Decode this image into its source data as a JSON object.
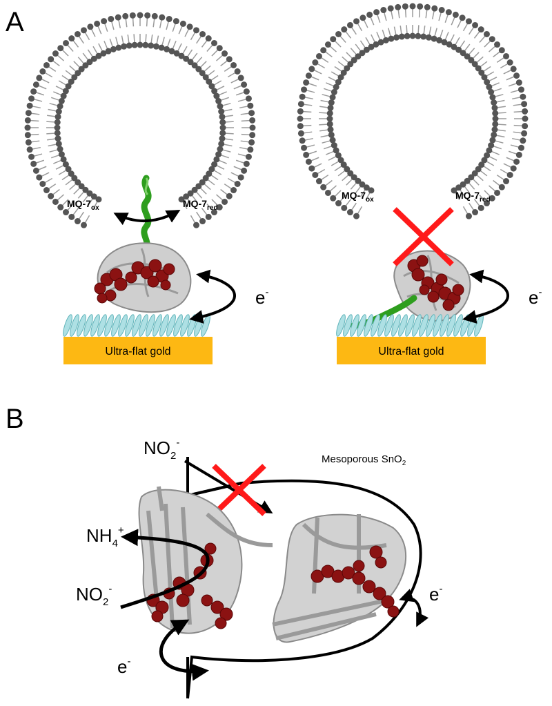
{
  "panelA": {
    "letter": "A",
    "left": {
      "mq_ox": {
        "base": "MQ-7",
        "sub": "ox"
      },
      "mq_red": {
        "base": "MQ-7",
        "sub": "red"
      },
      "gold_label": "Ultra-flat gold",
      "electron": {
        "base": "e",
        "sup": "-"
      }
    },
    "right": {
      "mq_ox": {
        "base": "MQ-7",
        "sub": "ox"
      },
      "mq_red": {
        "base": "MQ-7",
        "sub": "red"
      },
      "gold_label": "Ultra-flat gold",
      "electron": {
        "base": "e",
        "sup": "-"
      }
    }
  },
  "panelB": {
    "letter": "B",
    "no2_top": {
      "base": "NO",
      "sub": "2",
      "sup": "-"
    },
    "mesoporous": {
      "base": "Mesoporous SnO",
      "sub": "2"
    },
    "nh4": {
      "base": "NH",
      "sub": "4",
      "sup": "+"
    },
    "no2_left": {
      "base": "NO",
      "sub": "2",
      "sup": "-"
    },
    "electron_right": {
      "base": "e",
      "sup": "-"
    },
    "electron_bottom": {
      "base": "e",
      "sup": "-"
    }
  },
  "colors": {
    "lipid_head": "#555555",
    "gold": "#fdb813",
    "cross": "#ff1a1a",
    "heme": "#8b1212",
    "helix_green": "#2e9e1e",
    "helix_grey": "#c8c8c8",
    "sam": "#aee0e4"
  }
}
